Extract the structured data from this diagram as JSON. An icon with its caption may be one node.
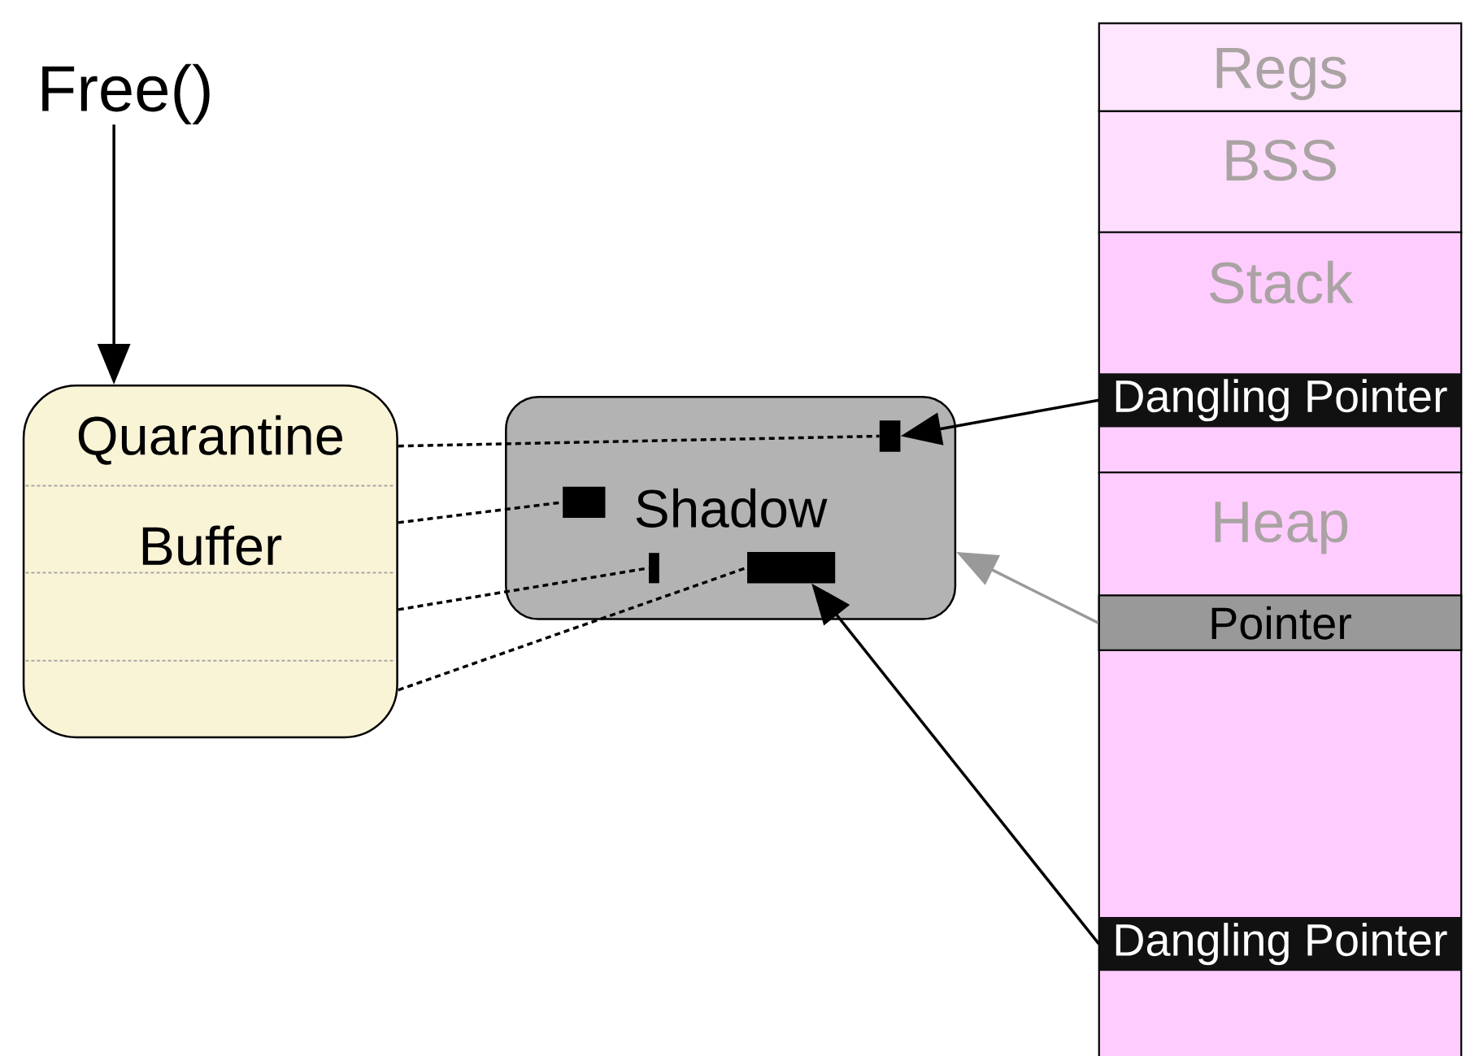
{
  "diagram": {
    "nodes": [
      {
        "text": [
          "Free()"
        ]
      },
      {
        "text": [
          "Quarantine Buffer"
        ]
      },
      {
        "text": [
          "Shadow"
        ]
      },
      {
        "text": [],
        "shape": "box",
        "in": 2
      },
      {
        "text": [],
        "shape": "box",
        "in": 2
      },
      {
        "text": [],
        "shape": "box",
        "in": 2
      },
      {
        "text": [],
        "shape": "box",
        "in": 2
      },
      {
        "text": [
          "Regs"
        ]
      },
      {
        "text": [
          "BSS"
        ]
      },
      {
        "text": [
          "Stack"
        ]
      },
      {
        "text": [
          "Dangling Pointer"
        ],
        "in": 9
      },
      {
        "text": [
          "Heap"
        ]
      },
      {
        "text": [
          "Pointer"
        ],
        "in": 11
      },
      {
        "text": [
          "Dangling Pointer"
        ],
        "in": 11
      }
    ],
    "edges": [
      {
        "from": 0,
        "to": 1,
        "arrow": "to"
      },
      {
        "from": 1,
        "to": 3,
        "arrow": "none",
        "style": "dashed"
      },
      {
        "from": 1,
        "to": 4,
        "arrow": "none",
        "style": "dashed"
      },
      {
        "from": 1,
        "to": 5,
        "arrow": "none",
        "style": "dashed"
      },
      {
        "from": 1,
        "to": 6,
        "arrow": "none",
        "style": "dashed"
      },
      {
        "from": 10,
        "to": 3,
        "arrow": "to"
      },
      {
        "from": 12,
        "to": 2,
        "arrow": "to",
        "color": "#999999"
      },
      {
        "from": 13,
        "to": 6,
        "arrow": "to"
      }
    ]
  }
}
